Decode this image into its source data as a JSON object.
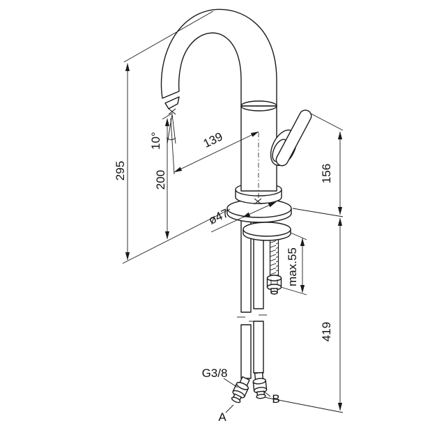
{
  "drawing": {
    "subject": "single-lever basin mixer tap, technical dimension drawing",
    "view": "isometric",
    "colors": {
      "background": "#ffffff",
      "line": "#1a1a1a"
    }
  },
  "labels": {
    "total_height": "295",
    "outlet_height": "200",
    "spray_angle": "10°",
    "spout_reach": "139",
    "handle_height": "156",
    "base_diameter": "ø47",
    "max_mounting_thickness": "max.55",
    "hose_length": "419",
    "thread_size": "G3/8",
    "connection_a": "A",
    "connection_b": "B"
  }
}
